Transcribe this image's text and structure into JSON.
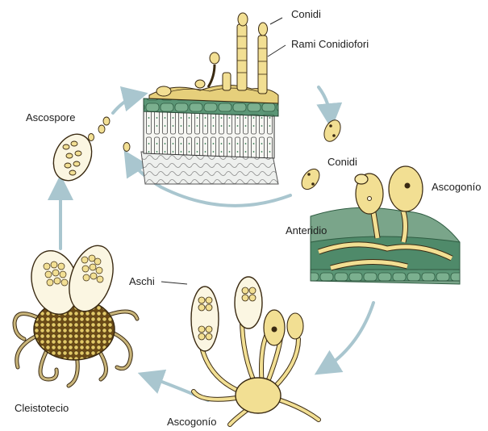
{
  "diagram": {
    "labels": {
      "conidi_top": "Conidi",
      "rami_conidiofori": "Rami Conidiofori",
      "ascospore": "Ascospore",
      "conidi_side": "Conidi",
      "ascogonio_right": "Ascogonío",
      "anteridio": "Anteridio",
      "aschi": "Aschi",
      "cleistotecio": "Cleistotecio",
      "ascogonio_bottom": "Ascogonío"
    },
    "colors": {
      "cycle_arrow": "#a9c6cf",
      "spore_fill": "#f2df93",
      "outline": "#3a2a12",
      "leaf_green": "#4f8a6a",
      "cleistothecium": "#5a3d12"
    }
  }
}
